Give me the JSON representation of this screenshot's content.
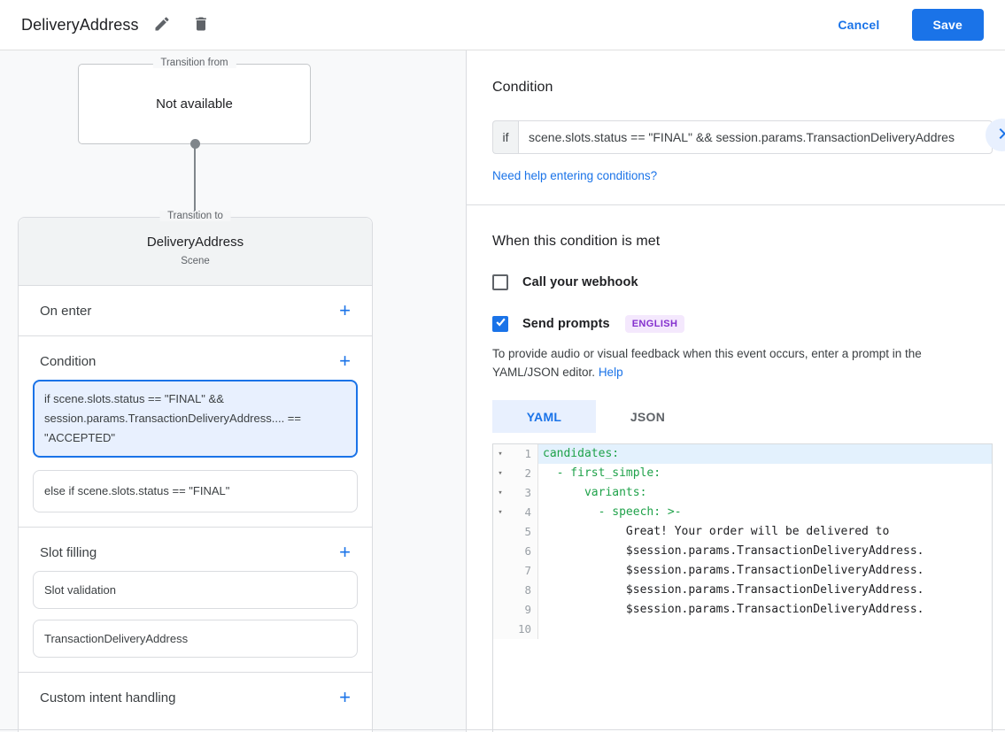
{
  "header": {
    "title": "DeliveryAddress",
    "cancel_label": "Cancel",
    "save_label": "Save"
  },
  "flow": {
    "add_icon_glyph": "+",
    "transition_from": {
      "legend": "Transition from",
      "value": "Not available"
    },
    "scene": {
      "legend": "Transition to",
      "title": "DeliveryAddress",
      "subtitle": "Scene"
    },
    "on_enter_label": "On enter",
    "condition_label": "Condition",
    "conditions": [
      {
        "text": "if scene.slots.status == \"FINAL\" && session.params.TransactionDeliveryAddress.... == \"ACCEPTED\""
      },
      {
        "text": "else if scene.slots.status == \"FINAL\""
      }
    ],
    "slot_filling_label": "Slot filling",
    "slots": [
      {
        "text": "Slot validation"
      },
      {
        "text": "TransactionDeliveryAddress"
      }
    ],
    "custom_intent_label": "Custom intent handling"
  },
  "condition_panel": {
    "title": "Condition",
    "if_label": "if",
    "if_value": "scene.slots.status == \"FINAL\" && session.params.TransactionDeliveryAddres",
    "help_link": "Need help entering conditions?"
  },
  "when_met": {
    "title": "When this condition is met",
    "webhook_label": "Call your webhook",
    "webhook_checked": false,
    "prompts_label": "Send prompts",
    "prompts_checked": true,
    "language_badge": "ENGLISH",
    "description": "To provide audio or visual feedback when this event occurs, enter a prompt in the YAML/JSON editor.",
    "help_label": "Help"
  },
  "editor": {
    "tabs": [
      "YAML",
      "JSON"
    ],
    "active_tab": "YAML",
    "fold_glyph": "▾",
    "lines": [
      {
        "num": "1",
        "text": "candidates:"
      },
      {
        "num": "2",
        "text": "  - first_simple:"
      },
      {
        "num": "3",
        "text": "      variants:"
      },
      {
        "num": "4",
        "text": "        - speech: >-"
      },
      {
        "num": "5",
        "text": "            Great! Your order will be delivered to"
      },
      {
        "num": "6",
        "text": "            $session.params.TransactionDeliveryAddress."
      },
      {
        "num": "7",
        "text": "            $session.params.TransactionDeliveryAddress."
      },
      {
        "num": "8",
        "text": "            $session.params.TransactionDeliveryAddress."
      },
      {
        "num": "9",
        "text": "            $session.params.TransactionDeliveryAddress."
      },
      {
        "num": "10",
        "text": ""
      }
    ]
  },
  "colors": {
    "accent_blue": "#1a73e8",
    "selected_card_bg": "#e8f0fe",
    "badge_purple": "#8430ce",
    "code_green": "#1fa24a"
  }
}
